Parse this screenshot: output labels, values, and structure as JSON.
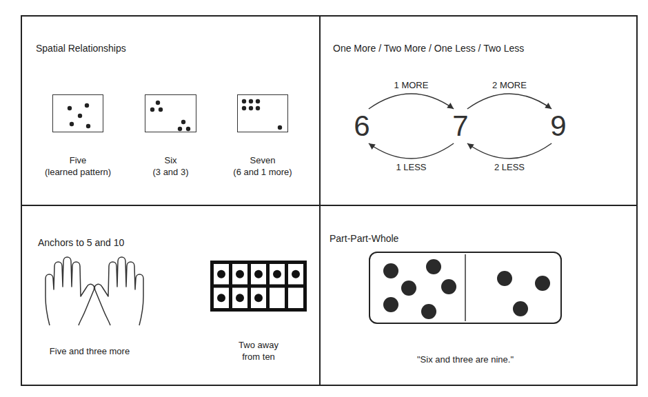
{
  "diagram": {
    "nodes": [
      {
        "text": [
          "Spatial Relationships"
        ]
      },
      {
        "text": [
          "Five (learned pattern)"
        ],
        "in": 0
      },
      {
        "text": [
          "Six (3 and 3)"
        ],
        "in": 0
      },
      {
        "text": [
          "Seven (6 and 1 more)"
        ],
        "in": 0
      },
      {
        "text": [
          "One More / Two More / One Less / Two Less"
        ]
      },
      {
        "text": [
          "6"
        ],
        "in": 4
      },
      {
        "text": [
          "7"
        ],
        "in": 4
      },
      {
        "text": [
          "9"
        ],
        "in": 4
      },
      {
        "text": [
          "Anchors to 5 and 10"
        ]
      },
      {
        "text": [
          "Two away from ten"
        ],
        "in": 8
      },
      {
        "text": [
          "Part-Part-Whole"
        ]
      },
      {
        "text": [
          "\"Six and three are nine.\""
        ],
        "in": 10
      }
    ],
    "edges": [
      {
        "from": 5,
        "to": 6,
        "label": "1 MORE",
        "arrow": "to"
      },
      {
        "from": 6,
        "to": 7,
        "label": "2 MORE",
        "arrow": "to"
      },
      {
        "from": 6,
        "to": 5,
        "label": "1 LESS",
        "arrow": "to"
      },
      {
        "from": 7,
        "to": 6,
        "label": "2 LESS",
        "arrow": "to"
      }
    ],
    "labels": [
      "Five and three more"
    ]
  }
}
